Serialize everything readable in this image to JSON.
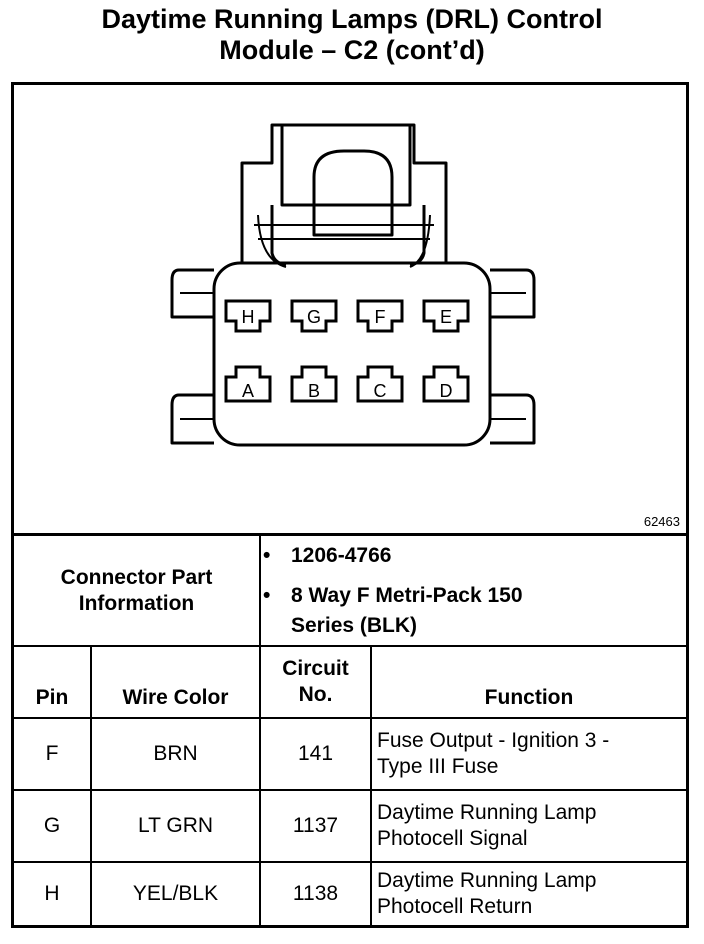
{
  "title_line1": "Daytime Running Lamps (DRL) Control",
  "title_line2": "Module – C2 (cont’d)",
  "figure_number": "62463",
  "connector_pins_top": [
    "H",
    "G",
    "F",
    "E"
  ],
  "connector_pins_bottom": [
    "A",
    "B",
    "C",
    "D"
  ],
  "connector_info": {
    "label_line1": "Connector Part",
    "label_line2": "Information",
    "part_number": "1206-4766",
    "description_line1": "8 Way F Metri-Pack 150",
    "description_line2": "Series (BLK)"
  },
  "table_headers": {
    "pin": "Pin",
    "wire_color": "Wire Color",
    "circuit_line1": "Circuit",
    "circuit_line2": "No.",
    "function": "Function"
  },
  "rows": [
    {
      "pin": "F",
      "wire_color": "BRN",
      "circuit": "141",
      "function_line1": "Fuse Output - Ignition 3 -",
      "function_line2": "Type III Fuse"
    },
    {
      "pin": "G",
      "wire_color": "LT GRN",
      "circuit": "1137",
      "function_line1": "Daytime Running Lamp",
      "function_line2": "Photocell Signal"
    },
    {
      "pin": "H",
      "wire_color": "YEL/BLK",
      "circuit": "1138",
      "function_line1": "Daytime Running Lamp",
      "function_line2": "Photocell Return"
    }
  ]
}
